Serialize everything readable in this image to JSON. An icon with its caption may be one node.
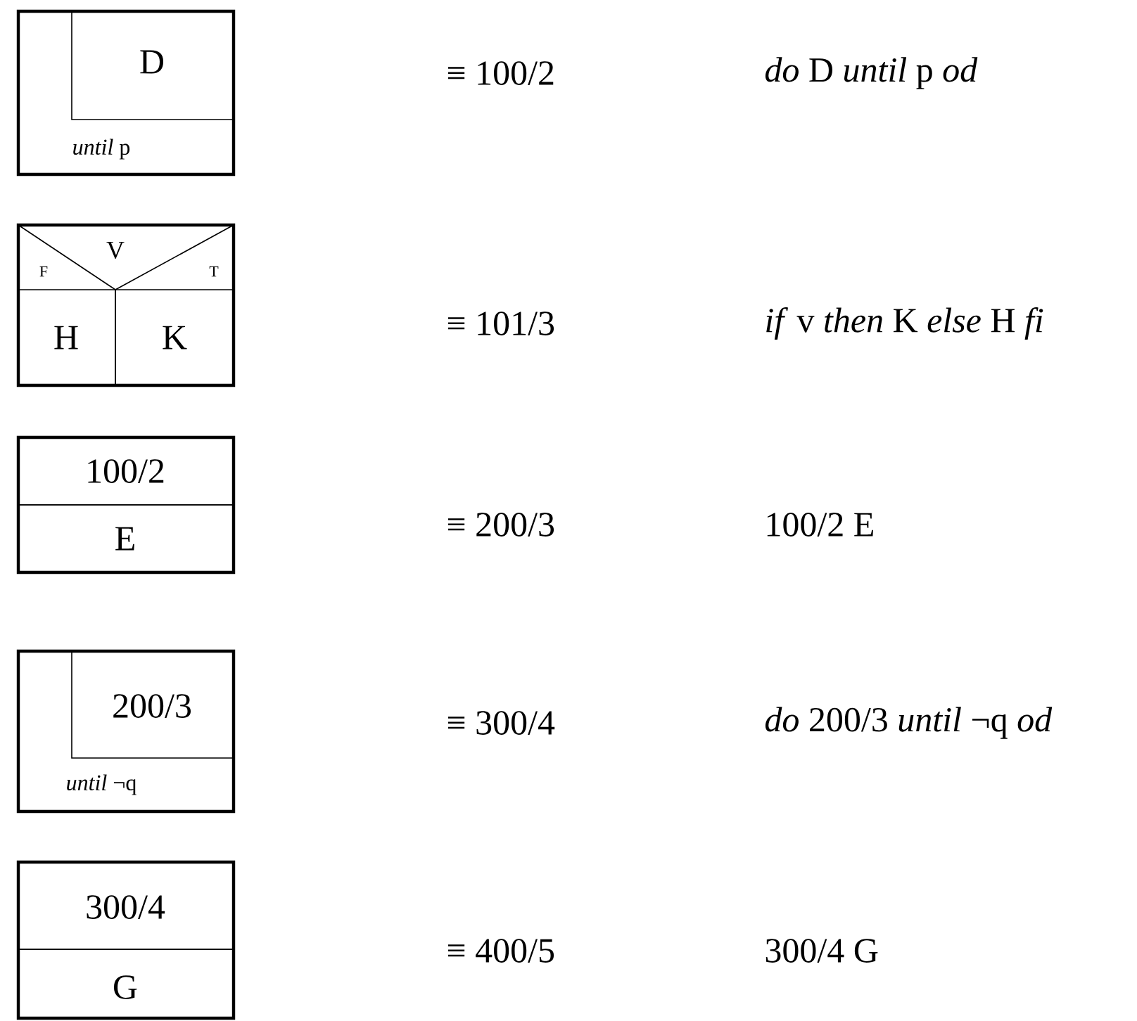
{
  "diagram": {
    "nodes": [
      {
        "text": [
          "*until* p"
        ]
      },
      {
        "text": [
          "D"
        ],
        "in": 0
      },
      {
        "text": [
          "V",
          "F",
          "T"
        ]
      },
      {
        "text": [
          "H"
        ],
        "in": 2
      },
      {
        "text": [
          "K"
        ],
        "in": 2
      },
      {
        "text": [],
        "shape": "box"
      },
      {
        "text": [
          "100/2"
        ],
        "in": 5
      },
      {
        "text": [
          "E"
        ],
        "in": 5
      },
      {
        "text": [
          "*until* ¬q"
        ]
      },
      {
        "text": [
          "200/3"
        ],
        "in": 8
      },
      {
        "text": [],
        "shape": "box"
      },
      {
        "text": [
          "300/4"
        ],
        "in": 10
      },
      {
        "text": [
          "G"
        ],
        "in": 10
      }
    ],
    "edges": [],
    "labels": [
      "≡ 100/2",
      "*do* D *until* p *od*",
      "≡ 101/3",
      "*if* v *then* K *else* H *fi*",
      "≡ 200/3",
      "100/2 E",
      "≡ 300/4",
      "*do* 200/3 *until* ¬q *od*",
      "≡ 400/5",
      "300/4 G"
    ]
  }
}
